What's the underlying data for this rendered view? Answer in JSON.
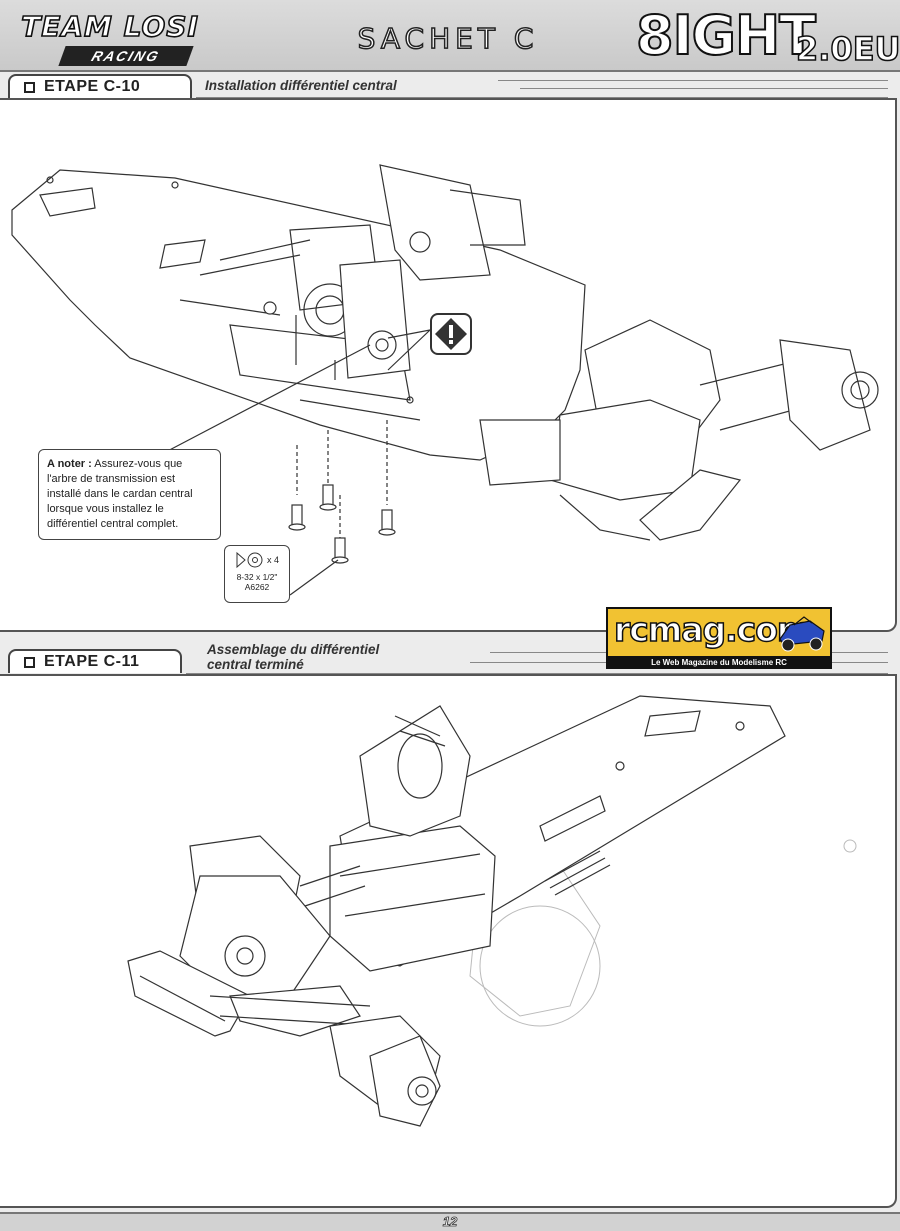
{
  "header": {
    "brand_top": "TEAM LOSI",
    "brand_bottom": "RACING",
    "bag_title": "SACHET C",
    "model_name": "8IGHT",
    "model_suffix": "2.0EU"
  },
  "steps": [
    {
      "label": "ETAPE C-10",
      "caption_line1": "Installation différentiel central",
      "caption_line2": ""
    },
    {
      "label": "ETAPE C-11",
      "caption_line1": "Assemblage du différentiel",
      "caption_line2": "central terminé"
    }
  ],
  "note": {
    "label": "A noter :",
    "text_line1": " Assurez-vous que",
    "text_line2": "l'arbre de transmission est",
    "text_line3": "installé dans le cardan central",
    "text_line4": "lorsque vous installez le",
    "text_line5": "différentiel central complet."
  },
  "hardware": {
    "quantity": "x 4",
    "size": "8-32 x 1/2\"",
    "part_number": "A6262"
  },
  "watermark": {
    "name": "rcmag.com",
    "tagline": "Le Web Magazine du Modelisme RC"
  },
  "footer": {
    "page_number": "12"
  }
}
